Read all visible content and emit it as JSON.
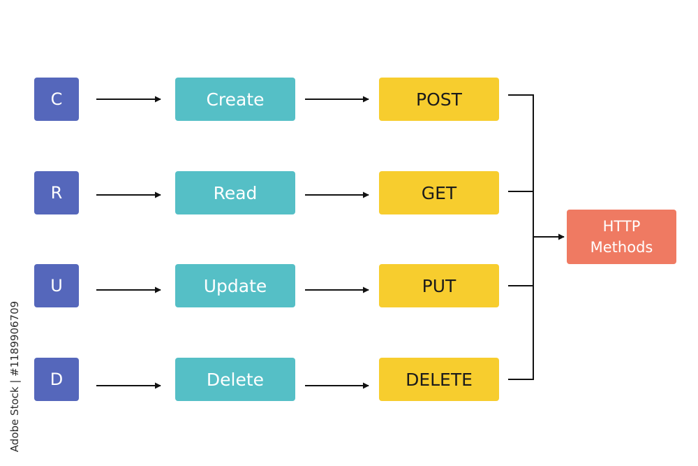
{
  "rows": [
    {
      "letter": "C",
      "operation": "Create",
      "method": "POST"
    },
    {
      "letter": "R",
      "operation": "Read",
      "method": "GET"
    },
    {
      "letter": "U",
      "operation": "Update",
      "method": "PUT"
    },
    {
      "letter": "D",
      "operation": "Delete",
      "method": "DELETE"
    }
  ],
  "target": {
    "line1": "HTTP",
    "line2": "Methods"
  },
  "watermark": "Adobe Stock | #1189906709",
  "colors": {
    "letter_box": "#5567bb",
    "operation_box": "#55bfc6",
    "method_box": "#f7cd2e",
    "target_box": "#ef7a62",
    "connector": "#111111"
  }
}
